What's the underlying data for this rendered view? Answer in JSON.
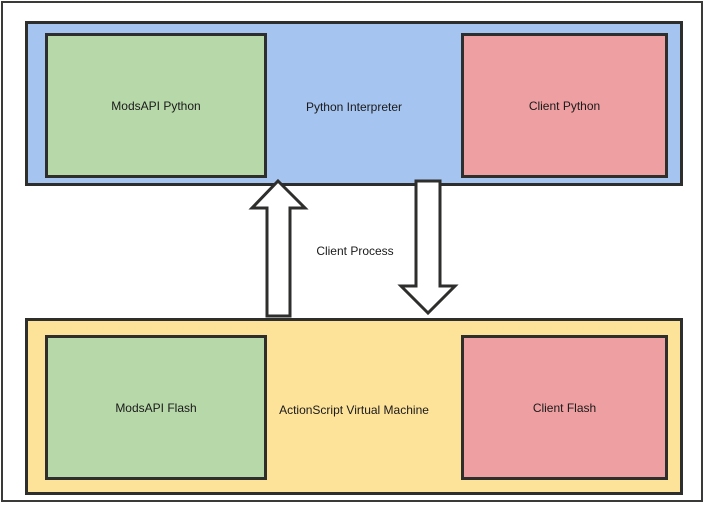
{
  "diagram": {
    "title": "",
    "frame": {
      "name": "outer-frame",
      "border_color": "#3a3a38"
    },
    "lanes": [
      {
        "id": "python-lane",
        "label": "Python Interpreter",
        "fill": "#a6c4f0",
        "border": "#2e2e2c",
        "modules": [
          {
            "id": "modsapi-python",
            "label": "ModsAPI Python",
            "fill": "#b7d8a9",
            "border": "#2e2e2c"
          },
          {
            "id": "client-python",
            "label": "Client Python",
            "fill": "#ee9fa1",
            "border": "#2e2e2c"
          }
        ]
      },
      {
        "id": "flash-lane",
        "label": "ActionScript Virtual Machine",
        "fill": "#fde29a",
        "border": "#2e2e2c",
        "modules": [
          {
            "id": "modsapi-flash",
            "label": "ModsAPI Flash",
            "fill": "#b7d8a9",
            "border": "#2e2e2c"
          },
          {
            "id": "client-flash",
            "label": "Client Flash",
            "fill": "#ee9fa1",
            "border": "#2e2e2c"
          }
        ]
      }
    ],
    "connectors": [
      {
        "id": "arrow-up",
        "direction": "up",
        "from": "ActionScript Virtual Machine",
        "to": "Python Interpreter",
        "fill": "#ffffff",
        "stroke": "#2e2e2c"
      },
      {
        "id": "arrow-down",
        "direction": "down",
        "from": "Python Interpreter",
        "to": "ActionScript Virtual Machine",
        "fill": "#ffffff",
        "stroke": "#2e2e2c"
      }
    ],
    "connector_label": "Client Process"
  }
}
